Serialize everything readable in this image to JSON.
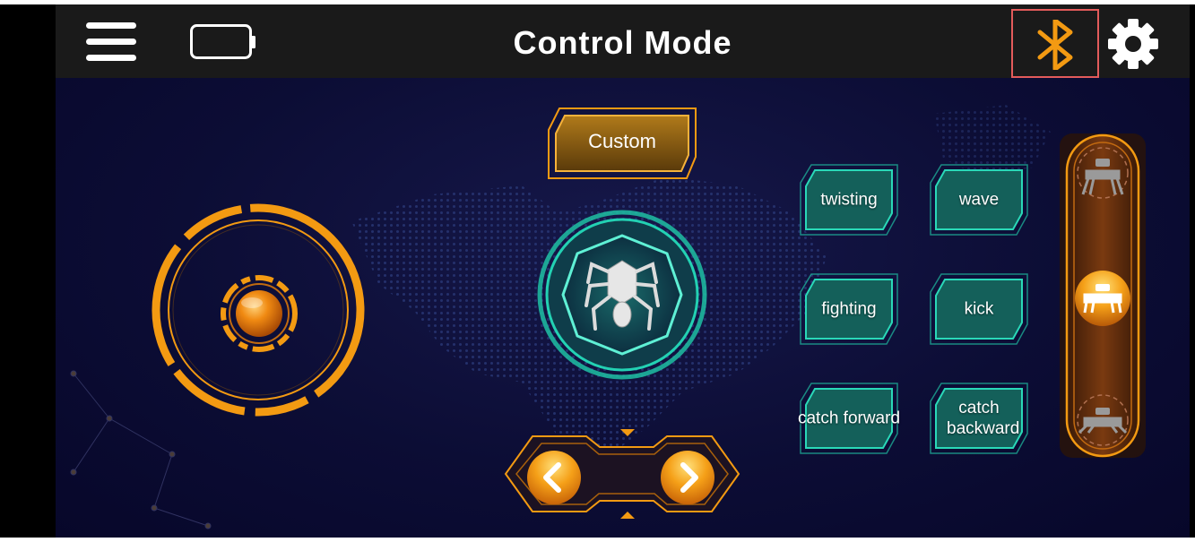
{
  "header": {
    "title": "Control Mode",
    "menu_icon": "hamburger-menu-icon",
    "battery_icon": "battery-icon",
    "bluetooth_icon": "bluetooth-icon",
    "settings_icon": "gear-icon"
  },
  "mode_button": {
    "label": "Custom"
  },
  "actions": [
    {
      "label": "twisting"
    },
    {
      "label": "wave"
    },
    {
      "label": "fighting"
    },
    {
      "label": "kick"
    },
    {
      "label": "catch forward"
    },
    {
      "label": "catch backward"
    }
  ],
  "colors": {
    "accent_orange": "#f39a12",
    "teal": "#1fbfa3",
    "header_bg": "#1a1a1a",
    "bluetooth_highlight": "#e35b5b"
  }
}
